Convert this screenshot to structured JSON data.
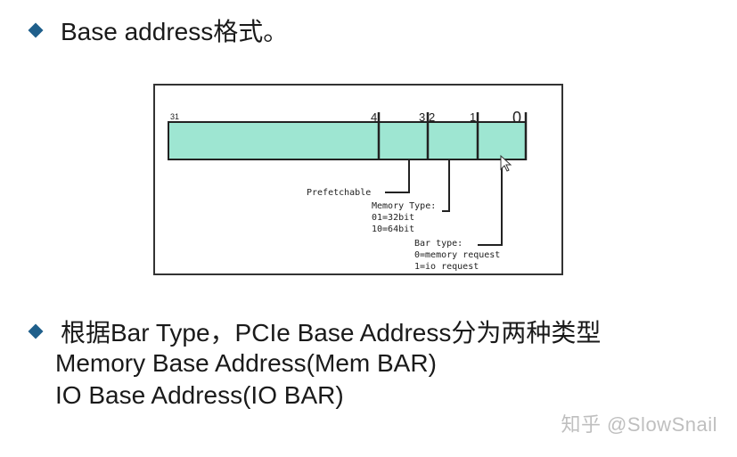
{
  "heading": {
    "text": "Base address格式。"
  },
  "diagram": {
    "bits": {
      "b31": "31",
      "b4": "4",
      "b3": "3",
      "b2": "2",
      "b1": "1",
      "b0": "0"
    },
    "labels": {
      "prefetchable": "Prefetchable",
      "memory_type_title": "Memory Type:",
      "memory_type_32": "01=32bit",
      "memory_type_64": "10=64bit",
      "bar_type_title": "Bar type:",
      "bar_type_memory": "0=memory request",
      "bar_type_io": "1=io request"
    },
    "colors": {
      "register_fill": "#9ee6d2",
      "line": "#222222"
    }
  },
  "bullet2": {
    "text": "根据Bar Type，PCIe Base Address分为两种类型"
  },
  "lines": {
    "mem_bar": "Memory Base Address(Mem BAR)",
    "io_bar": "IO Base Address(IO BAR)"
  },
  "watermark": {
    "text": "知乎 @SlowSnail"
  }
}
